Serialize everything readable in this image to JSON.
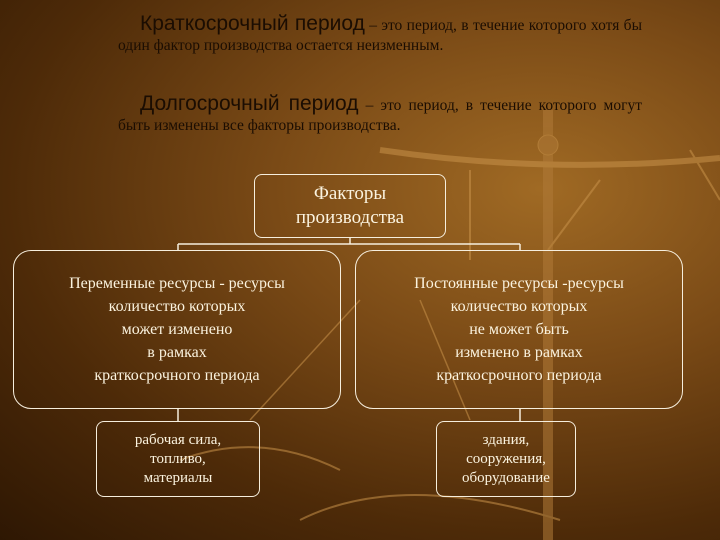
{
  "definitions": {
    "short_term_lead": "Краткосрочный период",
    "short_term_rest": " – это период, в течение которого хотя бы один фактор производства остается неизменным.",
    "long_term_lead": "Долгосрочный период",
    "long_term_rest": " – это период, в течение которого могут быть изменены все факторы производства."
  },
  "diagram": {
    "root": "Факторы\nпроизводства",
    "variable": "Переменные ресурсы - ресурсы\nколичество которых\nможет изменено\nв рамках\nкраткосрочного периода",
    "fixed": "Постоянные ресурсы -ресурсы\nколичество которых\nне может быть\nизменено в рамках\nкраткосрочного периода",
    "variable_examples": "рабочая сила,\nтопливо,\nматериалы",
    "fixed_examples": "здания,\nсооружения,\nоборудование"
  },
  "colors": {
    "background": "#7a4a16",
    "box_border": "#f6eedd",
    "text_light": "#fbf3df",
    "text_dark": "#1b0d02"
  }
}
